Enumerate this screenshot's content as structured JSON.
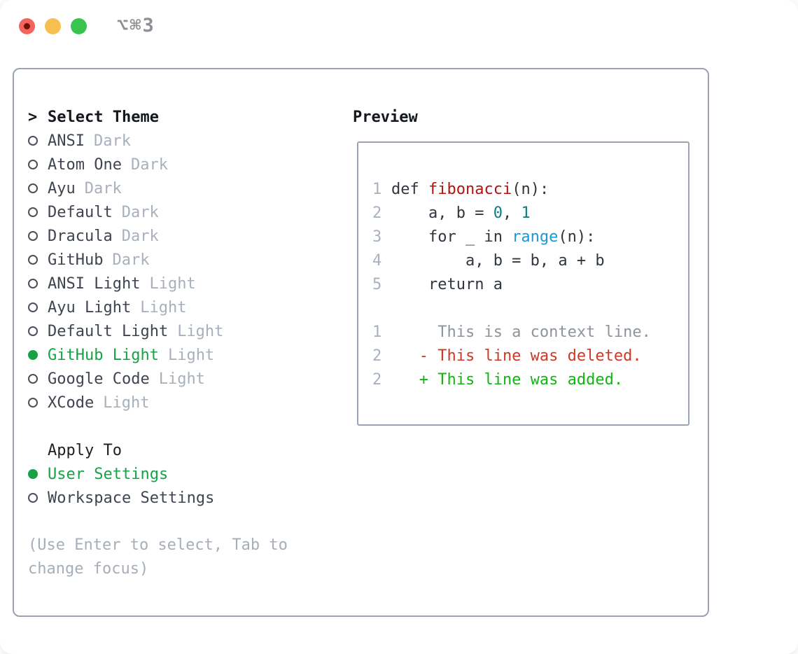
{
  "window": {
    "title": "⌥⌘3",
    "traffic_lights": [
      {
        "name": "close-button"
      },
      {
        "name": "minimize-button"
      },
      {
        "name": "zoom-button"
      }
    ]
  },
  "theme_picker": {
    "header_marker": ">",
    "header": "Select Theme",
    "items": [
      {
        "name": "ANSI",
        "variant": "Dark",
        "selected": false
      },
      {
        "name": "Atom One",
        "variant": "Dark",
        "selected": false
      },
      {
        "name": "Ayu",
        "variant": "Dark",
        "selected": false
      },
      {
        "name": "Default",
        "variant": "Dark",
        "selected": false
      },
      {
        "name": "Dracula",
        "variant": "Dark",
        "selected": false
      },
      {
        "name": "GitHub",
        "variant": "Dark",
        "selected": false
      },
      {
        "name": "ANSI Light",
        "variant": "Light",
        "selected": false
      },
      {
        "name": "Ayu Light",
        "variant": "Light",
        "selected": false
      },
      {
        "name": "Default Light",
        "variant": "Light",
        "selected": false
      },
      {
        "name": "GitHub Light",
        "variant": "Light",
        "selected": true
      },
      {
        "name": "Google Code",
        "variant": "Light",
        "selected": false
      },
      {
        "name": "XCode",
        "variant": "Light",
        "selected": false
      }
    ],
    "apply_to": {
      "header": "Apply To",
      "options": [
        {
          "name": "User Settings",
          "selected": true
        },
        {
          "name": "Workspace Settings",
          "selected": false
        }
      ]
    },
    "help": "(Use Enter to select, Tab to change focus)"
  },
  "preview": {
    "header": "Preview",
    "code_lines": [
      {
        "num": "1",
        "tokens": [
          {
            "text": "def ",
            "style": "plain"
          },
          {
            "text": "fibonacci",
            "style": "function"
          },
          {
            "text": "(n):",
            "style": "plain"
          }
        ]
      },
      {
        "num": "2",
        "tokens": [
          {
            "text": "    a, b = ",
            "style": "plain"
          },
          {
            "text": "0",
            "style": "number"
          },
          {
            "text": ", ",
            "style": "plain"
          },
          {
            "text": "1",
            "style": "number"
          }
        ]
      },
      {
        "num": "3",
        "tokens": [
          {
            "text": "    for _ in ",
            "style": "plain"
          },
          {
            "text": "range",
            "style": "builtin"
          },
          {
            "text": "(n):",
            "style": "plain"
          }
        ]
      },
      {
        "num": "4",
        "tokens": [
          {
            "text": "        a, b = b, a + b",
            "style": "plain"
          }
        ]
      },
      {
        "num": "5",
        "tokens": [
          {
            "text": "    return a",
            "style": "plain"
          }
        ]
      },
      {
        "num": "",
        "tokens": []
      },
      {
        "num": "1",
        "tokens": [
          {
            "text": "     This is a context line.",
            "style": "context"
          }
        ]
      },
      {
        "num": "2",
        "tokens": [
          {
            "text": "   - This line was deleted.",
            "style": "deleted"
          }
        ]
      },
      {
        "num": "2",
        "tokens": [
          {
            "text": "   + This line was added.",
            "style": "added"
          }
        ]
      }
    ]
  },
  "colors": {
    "selection_green": "#17a345",
    "added_green": "#14b414",
    "deleted_red": "#cb3a29",
    "function_red": "#b0140f",
    "number_teal": "#0d7e85",
    "builtin_blue": "#1b99d3",
    "muted_gray": "#a8b0bc",
    "text_dark": "#3e4450",
    "panel_border": "#99a2ae",
    "traffic_red": "#f2655c",
    "traffic_yellow": "#f6bf50",
    "traffic_green": "#38c44e"
  }
}
